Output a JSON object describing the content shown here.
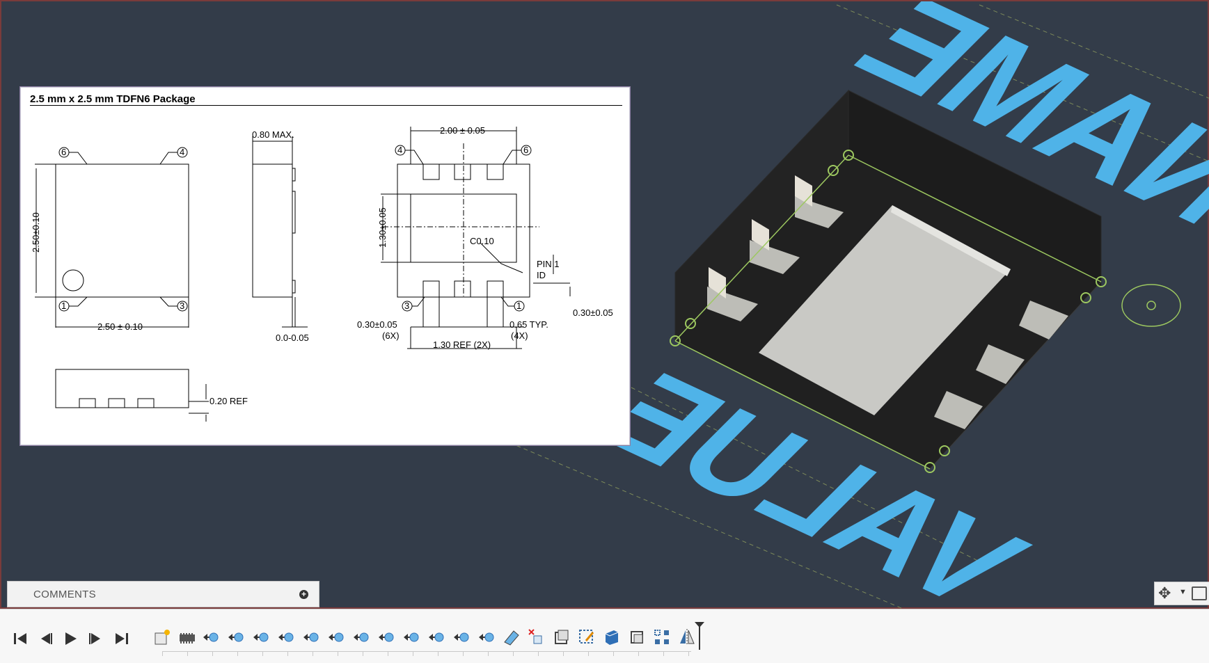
{
  "drawing": {
    "title": "2.5 mm x 2.5 mm TDFN6 Package",
    "labels": {
      "top_width": "2.50 ± 0.10",
      "top_height": "2.50±0.10",
      "side_height": "0.80 MAX.",
      "side_standoff": "0.0-0.05",
      "bottom_width": "2.00 ± 0.05",
      "bottom_pad_height": "1.30±0.05",
      "chamfer": "C0.10",
      "pin1_id_line1": "PIN 1",
      "pin1_id_line2": "ID",
      "pad_width": "0.30±0.05",
      "pad_width_count": "(6X)",
      "pitch": "0.65 TYP.",
      "pitch_count": "(4X)",
      "ref_span": "1.30 REF (2X)",
      "pad_offset": "0.30±0.05",
      "end_ref": "0.20 REF",
      "pin1": "1",
      "pin3": "3",
      "pin4": "4",
      "pin6": "6"
    }
  },
  "comments": {
    "label": "COMMENTS",
    "add_icon": "plus-circle-icon"
  },
  "nav": {
    "orbit_icon": "orbit-icon",
    "camera_icon": "camera-view-icon"
  },
  "playback": [
    "go-to-start-icon",
    "step-back-icon",
    "play-icon",
    "step-forward-icon",
    "go-to-end-icon"
  ],
  "features": [
    "new-component-icon",
    "footprint-icon",
    "move-feature-icon",
    "move-feature-icon",
    "move-feature-icon",
    "move-feature-icon",
    "move-feature-icon",
    "move-feature-icon",
    "move-feature-icon",
    "move-feature-icon",
    "move-feature-icon",
    "move-feature-icon",
    "move-feature-icon",
    "move-feature-icon",
    "appearance-icon",
    "delete-body-icon",
    "offset-face-icon",
    "sketch-edit-icon",
    "extrude-icon",
    "shell-icon",
    "pattern-icon",
    "mirror-icon"
  ],
  "colors": {
    "viewport_bg": "#333c49",
    "silkscreen_text": "#4fb3e8",
    "sketch_green": "#9dc860",
    "body_dark": "#1e1e1e",
    "pad_grey": "#c8c8c2"
  },
  "viewport": {
    "silkscreen_top": "NAME",
    "silkscreen_bottom": "VALUE"
  }
}
